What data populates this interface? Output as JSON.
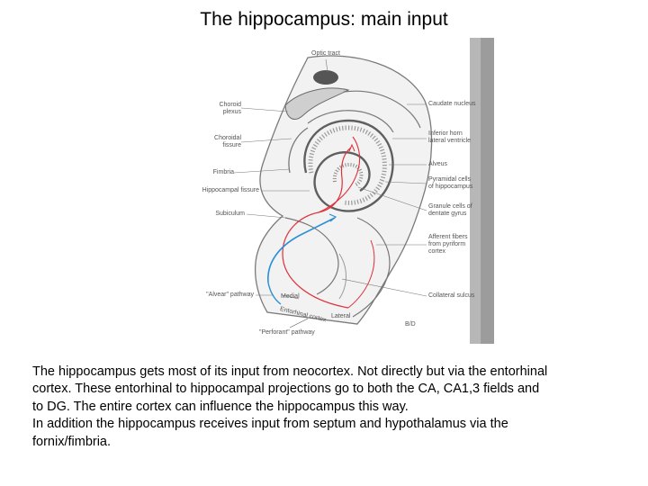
{
  "slide": {
    "title": "The hippocampus: main input"
  },
  "diagram": {
    "labels": {
      "optic_tract": "Optic tract",
      "choroid_plexus_1": "Choroid",
      "choroid_plexus_2": "plexus",
      "choroidal_fissure_1": "Choroidal",
      "choroidal_fissure_2": "fissure",
      "fimbria": "Fimbria",
      "hippocampal_fissure": "Hippocampal fissure",
      "subiculum": "Subiculum",
      "caudate_nucleus": "Caudate nucleus",
      "inferior_horn_1": "Inferior horn",
      "inferior_horn_2": "lateral ventricle",
      "alveus": "Alveus",
      "pyramidal_cells_1": "Pyramidal cells",
      "pyramidal_cells_2": "of hippocampus",
      "granule_cells_1": "Granule cells of",
      "granule_cells_2": "dentate gyrus",
      "afferent_fibers_1": "Afferent fibers",
      "afferent_fibers_2": "from pyriform",
      "afferent_fibers_3": "cortex",
      "alvear_pathway": "\"Alvear\" pathway",
      "medial": "Medial",
      "entorhinal_cortex": "Entorhinal cortex",
      "lateral": "Lateral",
      "collateral_sulcus": "Collateral sulcus",
      "perforant_pathway": "\"Perforant\" pathway",
      "figure_code": "B/D"
    },
    "colors": {
      "perforant_path": "#e0303a",
      "alvear_path": "#2b8fd6",
      "outline": "#6a6a6a",
      "tissue_shade": "#cfcfcf",
      "page_edge": "#b0b0b0"
    }
  },
  "caption": {
    "line1": "The hippocampus gets most of its input from neocortex. Not directly but via the entorhinal",
    "line2": "cortex. These entorhinal to hippocampal projections go to both the CA, CA1,3 fields and",
    "line3": "to DG. The entire cortex can influence the hippocampus this way.",
    "line4": "In addition the hippocampus receives input from septum and hypothalamus via the",
    "line5": "fornix/fimbria."
  }
}
